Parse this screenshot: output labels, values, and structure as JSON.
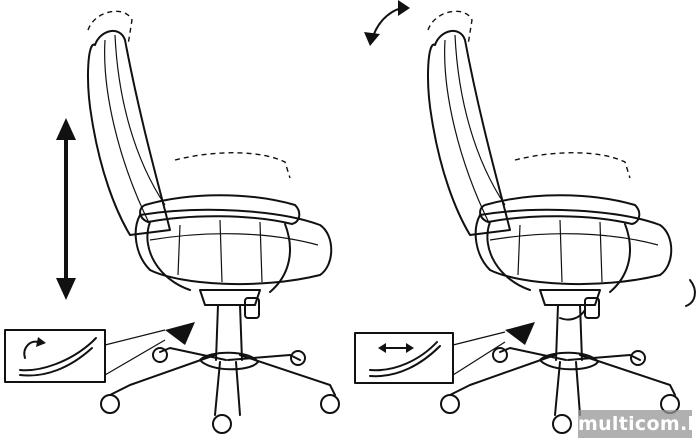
{
  "watermark": {
    "text": "multicom.by"
  },
  "figures": [
    {
      "name": "seat-height-adjustment"
    },
    {
      "name": "backrest-tilt-adjustment"
    }
  ]
}
